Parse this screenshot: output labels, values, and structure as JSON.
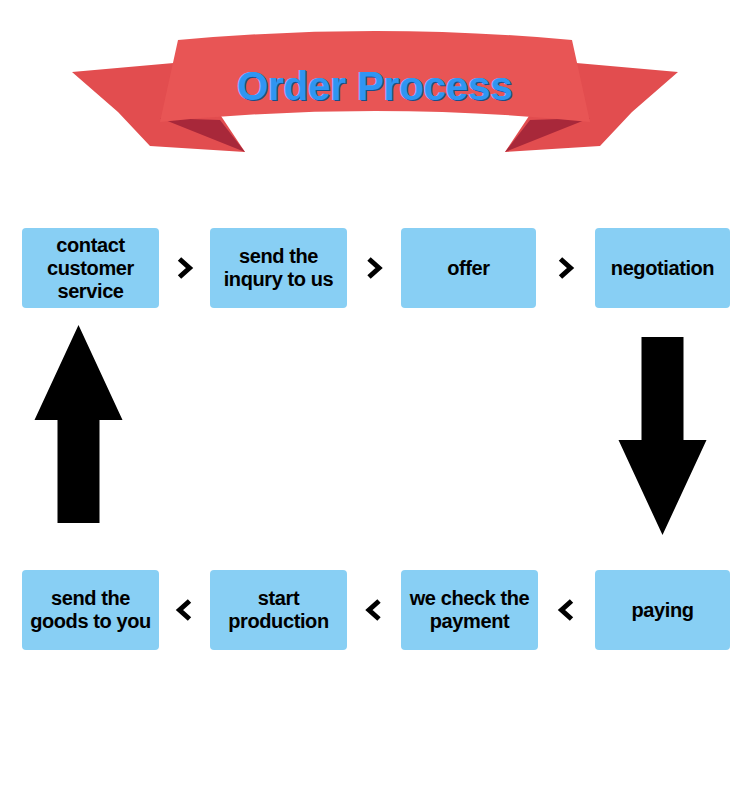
{
  "diagram": {
    "title": "Order Process",
    "nodes": [
      {
        "text": [
          "contact customer service"
        ]
      },
      {
        "text": [
          "send the inqury to us"
        ]
      },
      {
        "text": [
          "offer"
        ]
      },
      {
        "text": [
          "negotiation"
        ]
      },
      {
        "text": [
          "send the goods to you"
        ]
      },
      {
        "text": [
          "start production"
        ]
      },
      {
        "text": [
          "we check the payment"
        ]
      },
      {
        "text": [
          "paying"
        ]
      }
    ],
    "edges": [
      {
        "from": 0,
        "to": 1,
        "arrow": "to"
      },
      {
        "from": 1,
        "to": 2,
        "arrow": "to"
      },
      {
        "from": 2,
        "to": 3,
        "arrow": "to"
      },
      {
        "from": 3,
        "to": 7,
        "arrow": "to"
      },
      {
        "from": 7,
        "to": 6,
        "arrow": "to"
      },
      {
        "from": 6,
        "to": 5,
        "arrow": "to"
      },
      {
        "from": 5,
        "to": 4,
        "arrow": "to"
      },
      {
        "from": 4,
        "to": 0,
        "arrow": "to"
      }
    ]
  }
}
